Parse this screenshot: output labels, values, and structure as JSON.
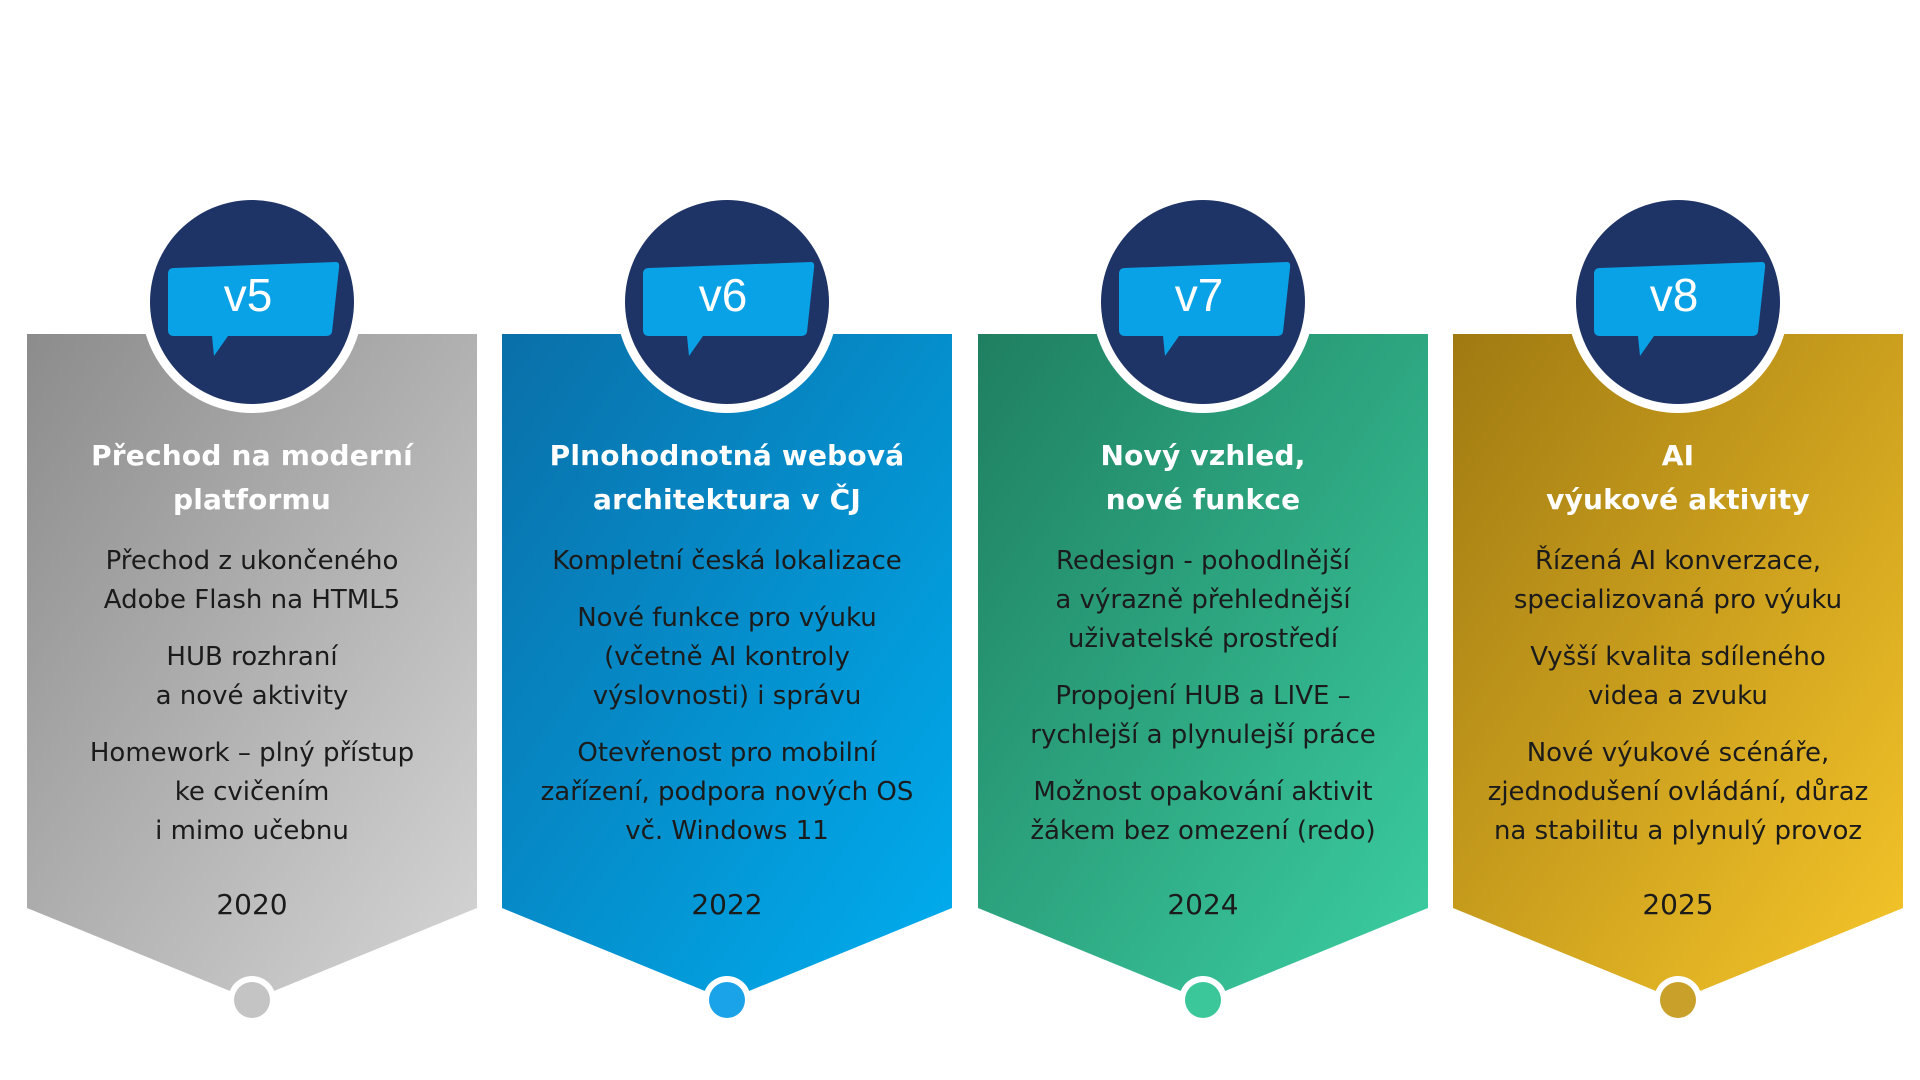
{
  "cards": [
    {
      "version": "v5",
      "heading": "Přechod na moderní\nplatformu",
      "items": [
        "Přechod z ukončeného\nAdobe Flash na HTML5",
        "HUB rozhraní\na nové aktivity",
        "Homework – plný přístup\nke cvičením\ni mimo učebnu"
      ],
      "year": "2020",
      "colors": {
        "from": "#8c8c8c",
        "to": "#d6d6d6",
        "dot": "#c4c4c4"
      }
    },
    {
      "version": "v6",
      "heading": "Plnohodnotná webová\narchitektura v ČJ",
      "items": [
        "Kompletní česká lokalizace",
        "Nové funkce pro výuku\n(včetně AI kontroly\nvýslovnosti) i správu",
        "Otevřenost pro mobilní\nzařízení, podpora nových OS\nvč. Windows 11"
      ],
      "year": "2022",
      "colors": {
        "from": "#0a6fa8",
        "to": "#00aef0",
        "dot": "#1aa3e8"
      }
    },
    {
      "version": "v7",
      "heading": "Nový vzhled,\nnové funkce",
      "items": [
        "Redesign - pohodlnější\na výrazně přehlednější\nuživatelské prostředí",
        "Propojení HUB a LIVE –\nrychlejší a plynulejší práce",
        "Možnost opakování aktivit\nžákem bez omezení (redo)"
      ],
      "year": "2024",
      "colors": {
        "from": "#1f7f60",
        "to": "#3ccfa2",
        "dot": "#3cc79a"
      }
    },
    {
      "version": "v8",
      "heading": "AI\nvýukové aktivity",
      "items": [
        "Řízená AI konverzace,\nspecializovaná pro výuku",
        "Vyšší kvalita sdíleného\nvidea a zvuku",
        "Nové výukové scénáře,\nzjednodušení ovládání, důraz\nna stabilitu a plynulý provoz"
      ],
      "year": "2025",
      "colors": {
        "from": "#a07a12",
        "to": "#f7c62a",
        "dot": "#c9a02a"
      }
    }
  ],
  "badge_colors": {
    "circle": "#1f3466",
    "bubble": "#0aa2e6",
    "ring": "#ffffff"
  }
}
